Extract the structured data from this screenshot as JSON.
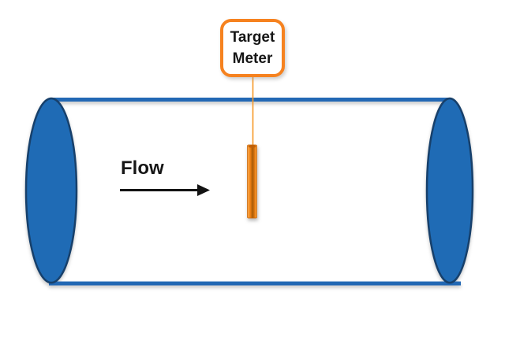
{
  "diagram": {
    "callout": {
      "line1": "Target",
      "line2": "Meter"
    },
    "flow_label": "Flow"
  },
  "colors": {
    "pipe_fill": "#1F6BB5",
    "pipe_stroke": "#17406B",
    "pipe_wall": "#2268B4",
    "callout_border": "#F6821F",
    "leader_line": "#F79826",
    "rod_edge_light": "#FBAE53",
    "rod_bright": "#F08214",
    "rod_dark": "#A85A06",
    "rod_mid": "#E87E12",
    "rod_outline": "#C96A10",
    "rod_cap": "#C05F08",
    "arrow_black": "#131313",
    "text": "#161616"
  }
}
